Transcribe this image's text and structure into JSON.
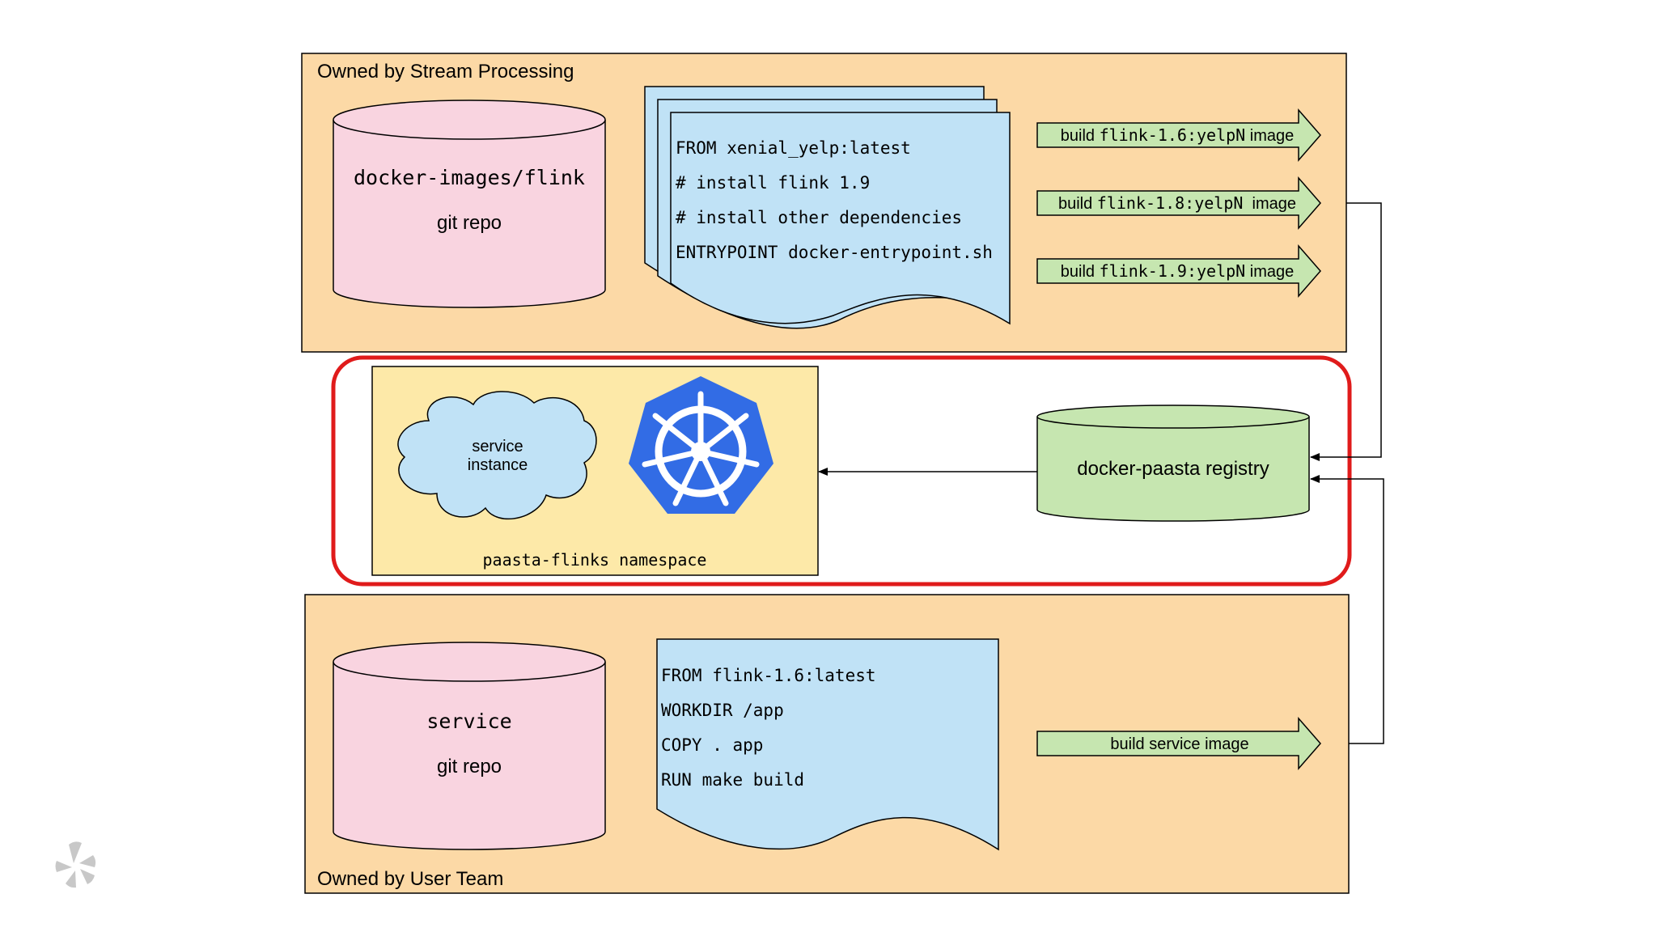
{
  "top_section": {
    "title": "Owned by Stream Processing",
    "repo": {
      "name": "docker-images/flink",
      "kind": "git repo"
    },
    "dockerfile": {
      "lines": [
        "FROM xenial_yelp:latest",
        "# install flink 1.9",
        "# install other dependencies",
        "ENTRYPOINT docker-entrypoint.sh"
      ]
    },
    "builds": [
      {
        "prefix": "build ",
        "image": "flink-1.6:yelpN",
        "suffix": " image"
      },
      {
        "prefix": "build ",
        "image": "flink-1.8:yelpN",
        "suffix": "  image"
      },
      {
        "prefix": "build ",
        "image": "flink-1.9:yelpN",
        "suffix": " image"
      }
    ]
  },
  "middle_section": {
    "namespace_label": "paasta-flinks namespace",
    "cloud": {
      "line1": "service",
      "line2": "instance"
    },
    "kubernetes_logo_icon": "kubernetes-helm-icon",
    "registry": "docker-paasta registry"
  },
  "bottom_section": {
    "title": "Owned by User Team",
    "repo": {
      "name": "service",
      "kind": "git repo"
    },
    "dockerfile": {
      "lines": [
        "FROM flink-1.6:latest",
        "WORKDIR /app",
        "COPY . app",
        "RUN make build"
      ]
    },
    "build": "build service image"
  },
  "brand_logo_icon": "yelp-burst-icon",
  "colors": {
    "section_fill": "#fcd9a6",
    "repo_fill": "#f9d4e0",
    "doc_fill": "#c0e2f6",
    "arrow_fill": "#c6e6b0",
    "registry_fill": "#c6e6b0",
    "namespace_fill": "#fde9a8",
    "highlight_border": "#e01b1b",
    "k8s_blue": "#326ce5"
  }
}
